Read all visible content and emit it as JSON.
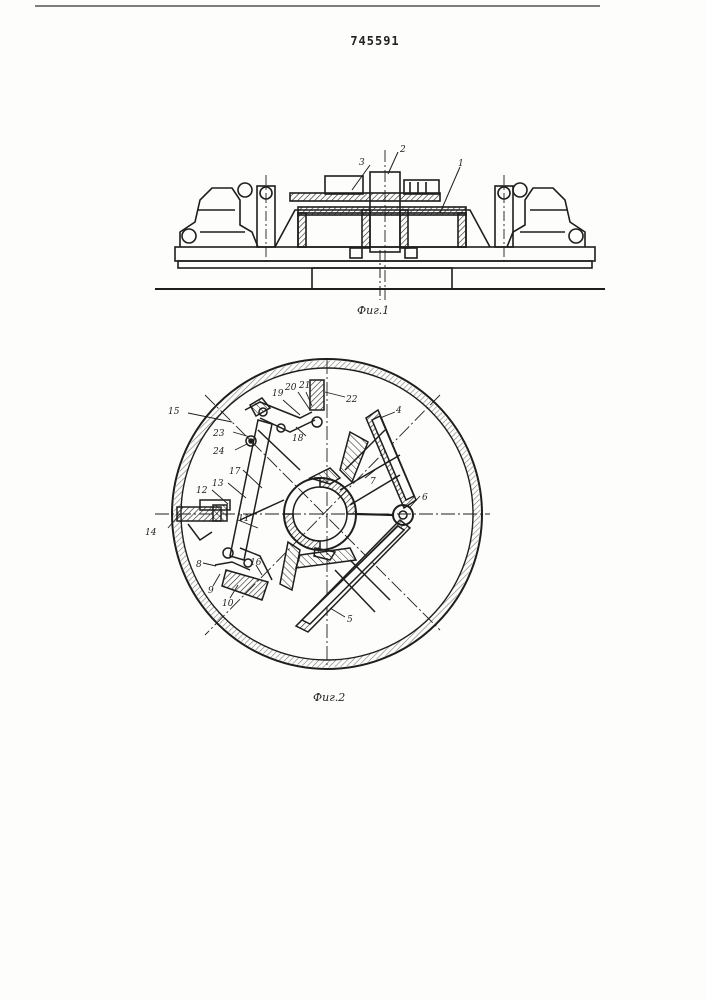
{
  "document": {
    "patent_number": "745591",
    "fig1_caption": "Фиг.1",
    "fig2_caption": "Фиг.2"
  },
  "fig1_labels": {
    "l1": "1",
    "l2": "2",
    "l3": "3"
  },
  "fig2_labels": {
    "l4": "4",
    "l5": "5",
    "l6": "6",
    "l7": "7",
    "l8": "8",
    "l9": "9",
    "l10": "10",
    "l11": "11",
    "l12": "12",
    "l13": "13",
    "l14": "14",
    "l15": "15",
    "l16": "16",
    "l17": "17",
    "l18": "18",
    "l19": "19",
    "l20": "20",
    "l21": "21",
    "l22": "22",
    "l23": "23",
    "l24": "24"
  }
}
